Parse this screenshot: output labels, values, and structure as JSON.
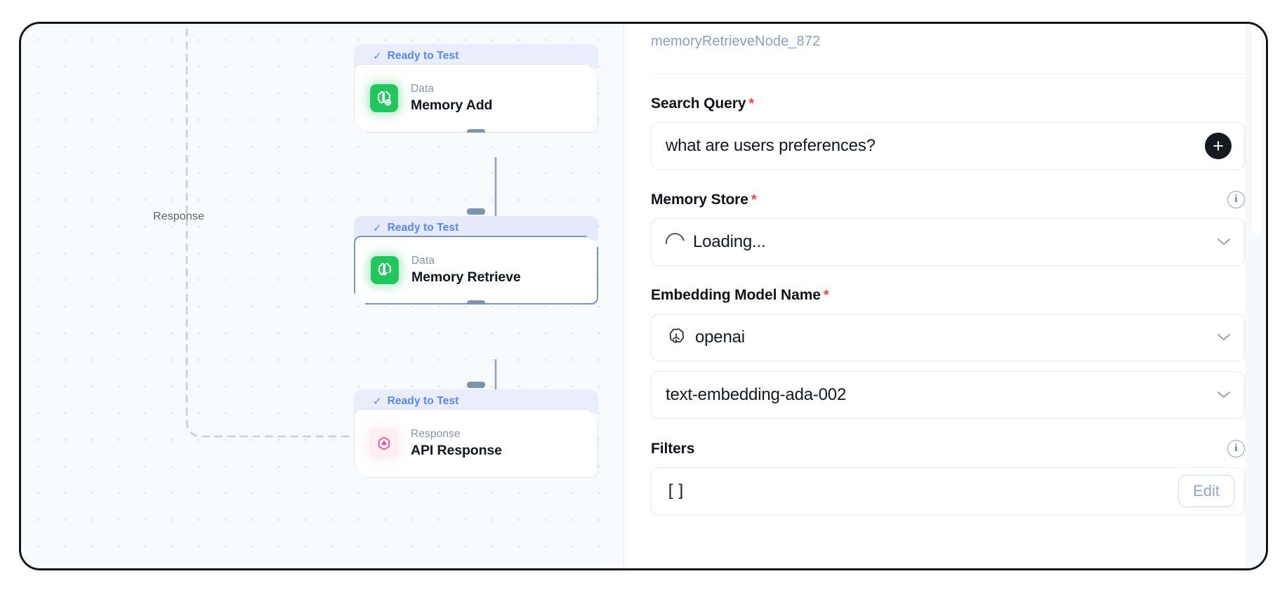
{
  "canvas": {
    "edge_label": "Response",
    "nodes": [
      {
        "status": "Ready to Test",
        "check_glyph": "✓",
        "kind": "Data",
        "title": "Memory Add",
        "icon": "memory-add-brain-icon",
        "icon_color": "#22c55e",
        "selected": false
      },
      {
        "status": "Ready to Test",
        "check_glyph": "✓",
        "kind": "Data",
        "title": "Memory Retrieve",
        "icon": "memory-retrieve-brain-icon",
        "icon_color": "#22c55e",
        "selected": true
      },
      {
        "status": "Ready to Test",
        "check_glyph": "✓",
        "kind": "Response",
        "title": "API Response",
        "icon": "graphql-response-icon",
        "icon_color": "#ec4899",
        "selected": false
      }
    ]
  },
  "panel": {
    "node_id": "memoryRetrieveNode_872",
    "fields": [
      {
        "label": "Search Query",
        "required": true,
        "value": "what are users preferences?",
        "control": "text-with-add",
        "action_glyph": "+"
      },
      {
        "label": "Memory Store",
        "required": true,
        "value": "Loading...",
        "control": "select-loading",
        "has_info": true,
        "chevron": "⌄"
      },
      {
        "label": "Embedding Model Name",
        "required": true,
        "value": "openai",
        "control": "select-provider",
        "chevron": "⌄"
      },
      {
        "label": "",
        "required": false,
        "value": "text-embedding-ada-002",
        "control": "select-model",
        "chevron": "⌄"
      },
      {
        "label": "Filters",
        "required": false,
        "value": "[]",
        "control": "code-with-edit",
        "has_info": true,
        "edit_label": "Edit"
      }
    ]
  },
  "colors": {
    "accent_blue": "#5b86f0",
    "status_bg": "#e8eefc",
    "required_red": "#ef4444",
    "node_id_text": "#8c9cc4",
    "handle": "#7d94ad",
    "canvas_bg": "#f8f9fb",
    "green_icon": "#22c55e",
    "pink_icon": "#ec4899"
  }
}
